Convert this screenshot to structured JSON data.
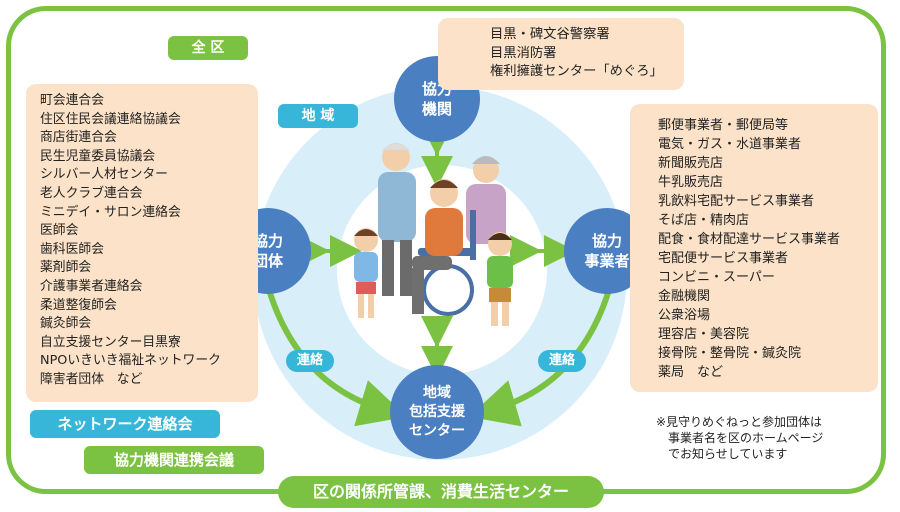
{
  "all_wards_label": "全 区",
  "region_label": "地 域",
  "nodes": {
    "agencies": [
      "協力",
      "機関"
    ],
    "groups": [
      "協力",
      "団体"
    ],
    "businesses": [
      "協力",
      "事業者"
    ],
    "center": [
      "地域",
      "包括支援",
      "センター"
    ]
  },
  "link_label_left": "連絡",
  "link_label_right": "連絡",
  "agencies_list": [
    "目黒・碑文谷警察署",
    "目黒消防署",
    "権利擁護センター「めぐろ」"
  ],
  "groups_list": [
    "町会連合会",
    "住区住民会議連絡協議会",
    "商店街連合会",
    "民生児童委員協議会",
    "シルバー人材センター",
    "老人クラブ連合会",
    "ミニデイ・サロン連絡会",
    "医師会",
    "歯科医師会",
    "薬剤師会",
    "介護事業者連絡会",
    "柔道整復師会",
    "鍼灸師会",
    "自立支援センター目黒寮",
    "NPOいきいき福祉ネットワーク",
    "障害者団体　など"
  ],
  "businesses_list": [
    "郵便事業者・郵便局等",
    "電気・ガス・水道事業者",
    "新聞販売店",
    "牛乳販売店",
    "乳飲料宅配サービス事業者",
    "そば店・精肉店",
    "配食・食材配達サービス事業者",
    "宅配便サービス事業者",
    "コンビニ・スーパー",
    "金融機関",
    "公衆浴場",
    "理容店・美容院",
    "接骨院・整骨院・鍼灸院",
    "薬局　など"
  ],
  "network_council_label": "ネットワーク連絡会",
  "cooperation_council_label": "協力機関連携会議",
  "bottom_banner": "区の関係所管課、消費生活センター",
  "note_lines": [
    "※見守りめぐねっと参加団体は",
    "事業者名を区のホームページ",
    "でお知らせしています"
  ],
  "colors": {
    "frame_green": "#7cc242",
    "cyan": "#38b6d9",
    "node_blue": "#4a7fc1",
    "box_peach": "#fbe2c8",
    "region_blue": "#d8eef9"
  }
}
